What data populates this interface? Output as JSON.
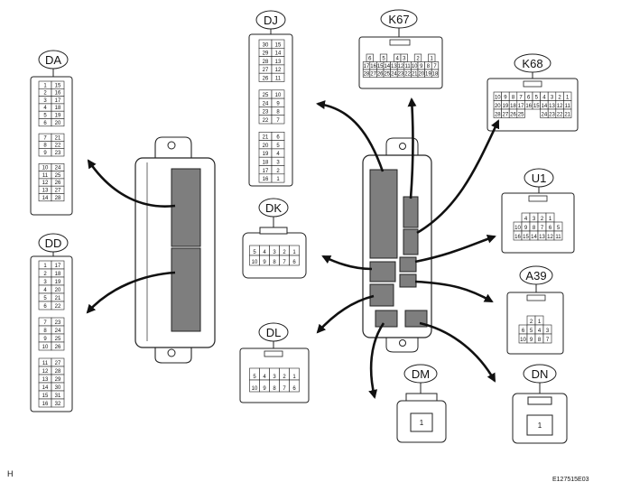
{
  "page_letter": "H",
  "figure_code": "E127515E03",
  "connectors": {
    "DA": {
      "label": "DA",
      "pins": [
        [
          "1",
          "15"
        ],
        [
          "2",
          "16"
        ],
        [
          "3",
          "17"
        ],
        [
          "4",
          "18"
        ],
        [
          "5",
          "19"
        ],
        [
          "6",
          "20"
        ],
        [
          "",
          ""
        ],
        [
          "7",
          "21"
        ],
        [
          "8",
          "22"
        ],
        [
          "9",
          "23"
        ],
        [
          "",
          ""
        ],
        [
          "10",
          "24"
        ],
        [
          "11",
          "25"
        ],
        [
          "12",
          "26"
        ],
        [
          "13",
          "27"
        ],
        [
          "14",
          "28"
        ]
      ]
    },
    "DD": {
      "label": "DD",
      "pins": [
        [
          "1",
          "17"
        ],
        [
          "2",
          "18"
        ],
        [
          "3",
          "19"
        ],
        [
          "4",
          "20"
        ],
        [
          "5",
          "21"
        ],
        [
          "6",
          "22"
        ],
        [
          "",
          ""
        ],
        [
          "7",
          "23"
        ],
        [
          "8",
          "24"
        ],
        [
          "9",
          "25"
        ],
        [
          "10",
          "26"
        ],
        [
          "",
          ""
        ],
        [
          "11",
          "27"
        ],
        [
          "12",
          "28"
        ],
        [
          "13",
          "29"
        ],
        [
          "14",
          "30"
        ],
        [
          "15",
          "31"
        ],
        [
          "16",
          "32"
        ]
      ]
    },
    "DJ": {
      "label": "DJ",
      "pins": [
        [
          "30",
          "15"
        ],
        [
          "29",
          "14"
        ],
        [
          "28",
          "13"
        ],
        [
          "27",
          "12"
        ],
        [
          "26",
          "11"
        ],
        [
          "",
          ""
        ],
        [
          "25",
          "10"
        ],
        [
          "24",
          "9"
        ],
        [
          "23",
          "8"
        ],
        [
          "22",
          "7"
        ],
        [
          "",
          ""
        ],
        [
          "21",
          "6"
        ],
        [
          "20",
          "5"
        ],
        [
          "19",
          "4"
        ],
        [
          "18",
          "3"
        ],
        [
          "17",
          "2"
        ],
        [
          "16",
          "1"
        ]
      ]
    },
    "DK": {
      "label": "DK",
      "rows": [
        [
          "5",
          "4",
          "3",
          "2",
          "1"
        ],
        [
          "10",
          "9",
          "8",
          "7",
          "6"
        ]
      ]
    },
    "DL": {
      "label": "DL",
      "rows": [
        [
          "5",
          "4",
          "3",
          "2",
          "1"
        ],
        [
          "10",
          "9",
          "8",
          "7",
          "6"
        ]
      ]
    },
    "K67": {
      "label": "K67",
      "rows": [
        [
          "6",
          "",
          "5",
          "",
          "4",
          "3",
          "",
          "2",
          "",
          "1"
        ],
        [
          "17",
          "16",
          "15",
          "14",
          "13",
          "12",
          "11",
          "10",
          "9",
          "8",
          "7"
        ],
        [
          "28",
          "27",
          "26",
          "25",
          "24",
          "23",
          "22",
          "21",
          "20",
          "19",
          "18"
        ]
      ]
    },
    "K68": {
      "label": "K68",
      "rows": [
        [
          "10",
          "9",
          "8",
          "7",
          "6",
          "5",
          "4",
          "3",
          "2",
          "1"
        ],
        [
          "20",
          "19",
          "18",
          "17",
          "16",
          "15",
          "14",
          "13",
          "12",
          "11"
        ],
        [
          "28",
          "27",
          "26",
          "25",
          "",
          "",
          "24",
          "23",
          "22",
          "21"
        ]
      ]
    },
    "U1": {
      "label": "U1",
      "rows": [
        [
          "4",
          "3",
          "2",
          "1"
        ],
        [
          "10",
          "9",
          "8",
          "7",
          "6",
          "5"
        ],
        [
          "16",
          "15",
          "14",
          "13",
          "12",
          "11"
        ]
      ]
    },
    "A39": {
      "label": "A39",
      "rows": [
        [
          "2",
          "1"
        ],
        [
          "6",
          "5",
          "4",
          "3"
        ],
        [
          "10",
          "9",
          "8",
          "7"
        ]
      ]
    },
    "DM": {
      "label": "DM",
      "pin": "1"
    },
    "DN": {
      "label": "DN",
      "pin": "1"
    }
  }
}
